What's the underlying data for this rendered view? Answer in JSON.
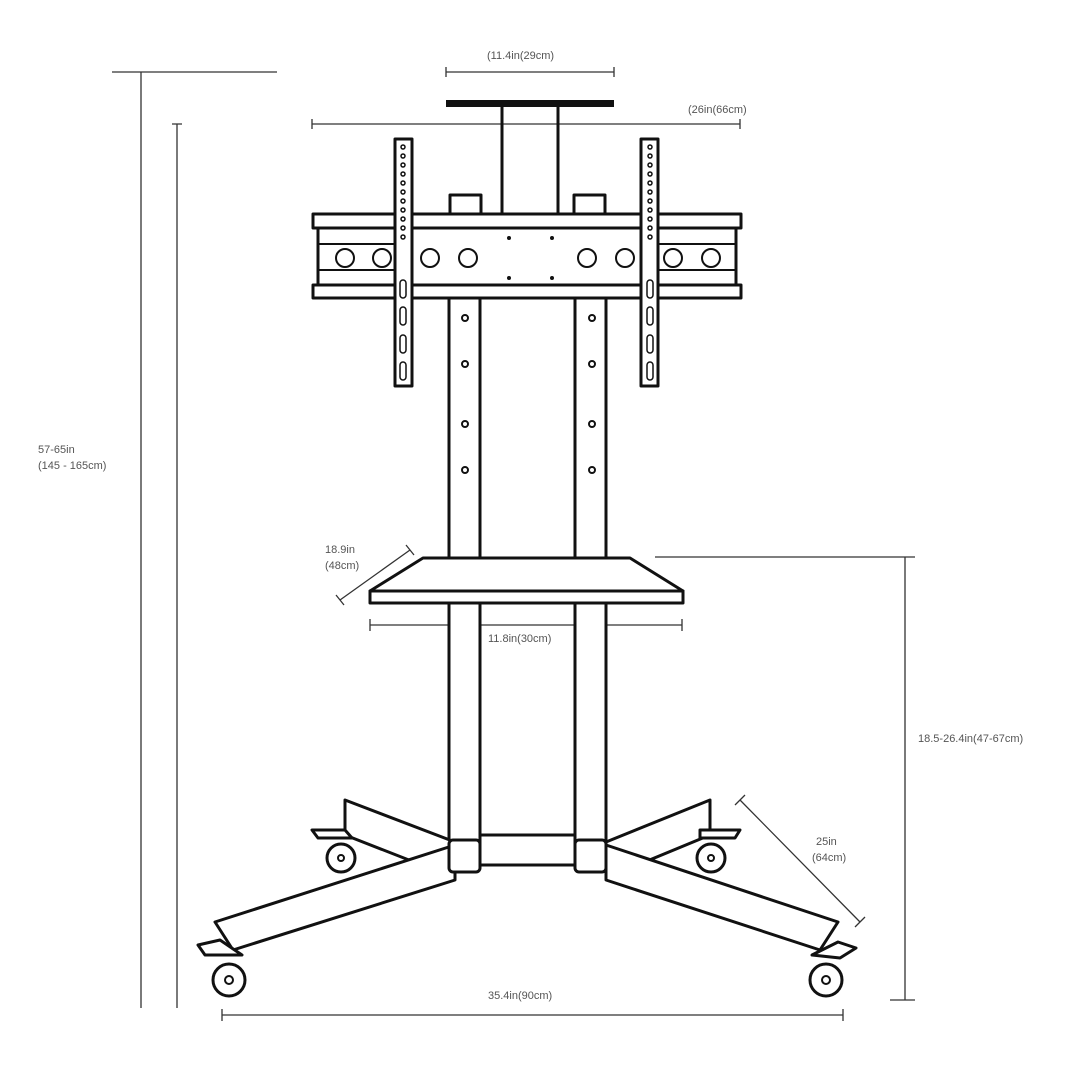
{
  "dimensions": {
    "camera_shelf_width": "(11.4in(29cm)",
    "mount_width": "(26in(66cm)",
    "total_height_in": "57-65in",
    "total_height_cm": "(145 - 165cm)",
    "shelf_depth_in": "18.9in",
    "shelf_depth_cm": "(48cm)",
    "shelf_width": "11.8in(30cm)",
    "shelf_height": "18.5-26.4in(47-67cm)",
    "leg_length_in": "25in",
    "leg_length_cm": "(64cm)",
    "base_width": "35.4in(90cm)"
  },
  "colors": {
    "line": "#111111",
    "dimension_text": "#555555",
    "background": "#ffffff"
  }
}
